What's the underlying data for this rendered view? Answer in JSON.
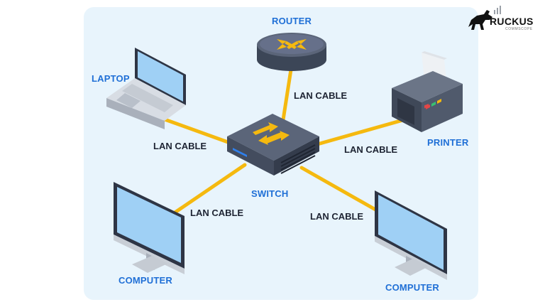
{
  "brand": {
    "name": "RUCKUS",
    "subtitle": "COMMSCOPE"
  },
  "devices": {
    "router": "ROUTER",
    "laptop": "LAPTOP",
    "printer": "PRINTER",
    "switch": "SWITCH",
    "computer_left": "COMPUTER",
    "computer_right": "COMPUTER"
  },
  "cables": {
    "router": "LAN CABLE",
    "laptop": "LAN CABLE",
    "printer": "LAN CABLE",
    "computer_left": "LAN CABLE",
    "computer_right": "LAN CABLE"
  },
  "colors": {
    "cable": "#f5b90f",
    "label": "#1f6fd6",
    "panel": "#e8f4fc"
  }
}
